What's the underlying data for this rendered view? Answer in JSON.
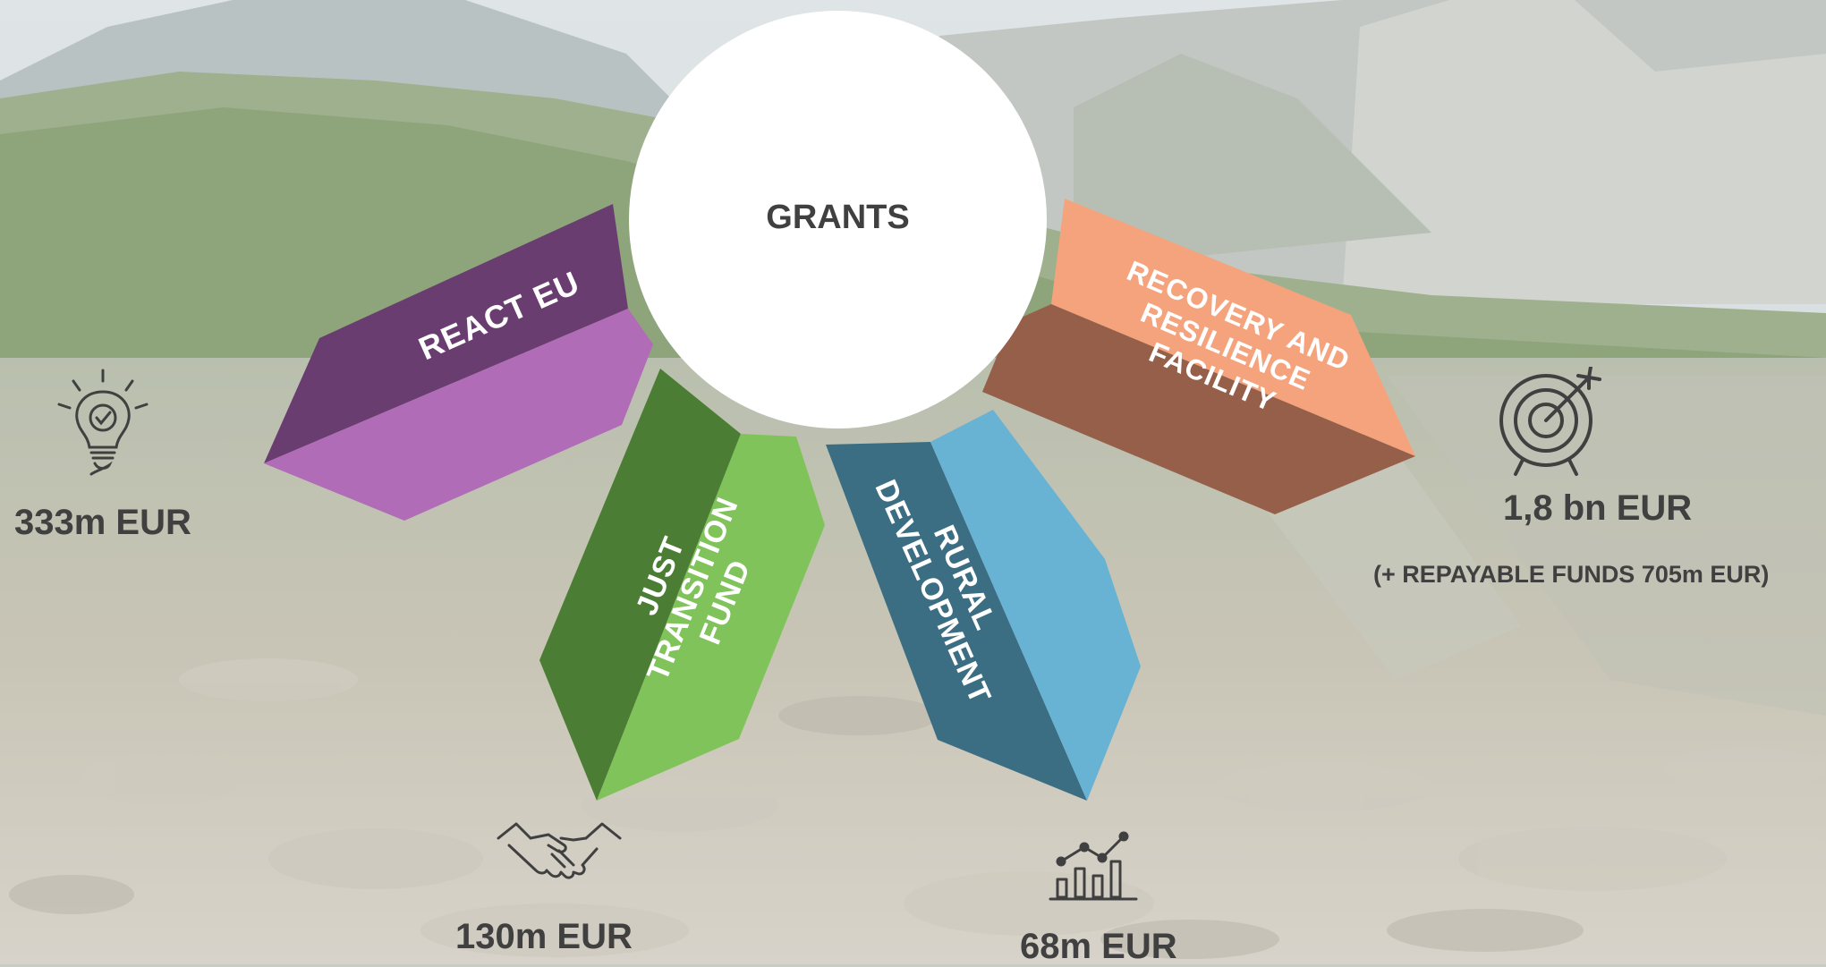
{
  "hub": {
    "title": "GRANTS"
  },
  "funds": [
    {
      "id": "react-eu",
      "label": "REACT EU",
      "amount": "333m EUR",
      "icon": "lightbulb-icon",
      "colors": {
        "dark": "#6a3d70",
        "light": "#b06cb7"
      }
    },
    {
      "id": "just-transition-fund",
      "label": "JUST\nTRANSITION\nFUND",
      "amount": "130m EUR",
      "icon": "handshake-icon",
      "colors": {
        "dark": "#4b7d34",
        "light": "#80c35a"
      }
    },
    {
      "id": "rural-development",
      "label": "RURAL\nDEVELOPMENT",
      "amount": "68m EUR",
      "icon": "bar-chart-icon",
      "colors": {
        "dark": "#3b6e82",
        "light": "#68b3d4"
      }
    },
    {
      "id": "recovery-and-resilience-facility",
      "label": "RECOVERY AND\nRESILIENCE\nFACILITY",
      "amount": "1,8 bn EUR",
      "note": "(+ REPAYABLE FUNDS 705m EUR)",
      "icon": "target-icon",
      "colors": {
        "dark": "#955f4a",
        "light": "#f5a37c"
      }
    }
  ],
  "colors": {
    "text": "#404040",
    "hub": "#ffffff"
  }
}
